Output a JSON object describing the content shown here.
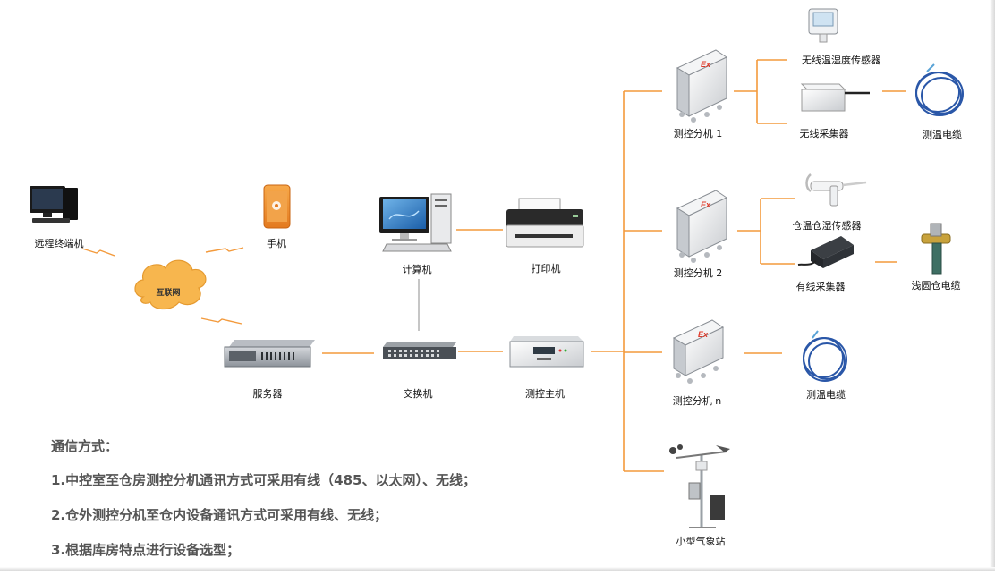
{
  "labels": {
    "remote_terminal": "远程终端机",
    "internet": "互联网",
    "phone": "手机",
    "server": "服务器",
    "computer": "计算机",
    "printer": "打印机",
    "switch": "交换机",
    "control_host": "测控主机",
    "branch_1": "测控分机 1",
    "branch_2": "测控分机 2",
    "branch_n": "测控分机 n",
    "weather_station": "小型气象站",
    "wireless_th_sensor": "无线温湿度传感器",
    "wireless_collector": "无线采集器",
    "temp_cable_1": "测温电缆",
    "storage_th_sensor": "仓温仓湿传感器",
    "wired_collector": "有线采集器",
    "shallow_cable": "浅圆仓电缆",
    "temp_cable_n": "测温电缆"
  },
  "enclosure_mark": "Ex",
  "notes": {
    "title": "通信方式：",
    "item1": "1.中控室至仓房测控分机通讯方式可采用有线（485、以太网）、无线；",
    "item2": "2.仓外测控分机至仓内设备通讯方式可采用有线、无线；",
    "item3": "3.根据库房特点进行设备选型；"
  },
  "colors": {
    "wire": "#f39a3c",
    "cloud": "#f7b64e",
    "enclosure_mark": "#e03a2a",
    "cable": "#2a57a8"
  }
}
